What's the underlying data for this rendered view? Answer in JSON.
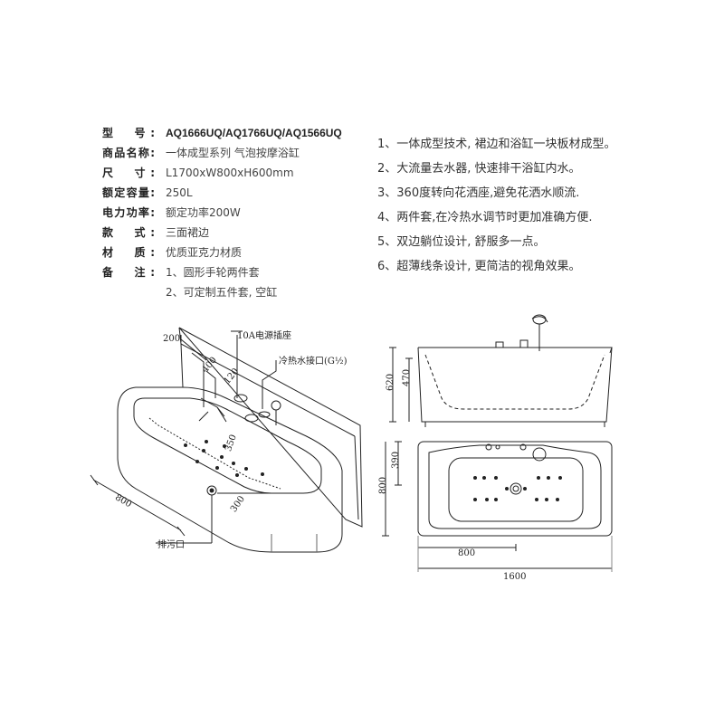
{
  "spec": {
    "rows": [
      {
        "label": "型　号:",
        "value": "AQ1666UQ/AQ1766UQ/AQ1566UQ"
      },
      {
        "label": "商品名称:",
        "value": "一体成型系列  气泡按摩浴缸"
      },
      {
        "label": "尺　寸:",
        "value": "L1700xW800xH600mm"
      },
      {
        "label": "额定容量:",
        "value": "250L"
      },
      {
        "label": "电力功率:",
        "value": "额定功率200W"
      },
      {
        "label": "款　式:",
        "value": "三面裙边"
      },
      {
        "label": "材　质:",
        "value": "优质亚克力材质"
      },
      {
        "label": "备　注:",
        "value": "1、圆形手轮两件套"
      },
      {
        "label": "",
        "value": "2、可定制五件套, 空缸"
      }
    ]
  },
  "features": [
    "1、一体成型技术, 裙边和浴缸一块板材成型。",
    "2、大流量去水器, 快速排干浴缸内水。",
    "3、360度转向花洒座,避免花洒水顺流.",
    "4、两件套,在冷热水调节时更加准确方便.",
    "5、双边躺位设计, 舒服多一点。",
    "6、超薄线条设计, 更简洁的视角效果。"
  ],
  "iso_diagram": {
    "dims": {
      "d200": "200",
      "d400": "400",
      "d120": "120",
      "d350": "350",
      "d300": "300",
      "d800": "800"
    },
    "callouts": {
      "power_socket": "10A电源插座",
      "water_inlet": "冷热水接口(G½)",
      "drain": "排污口"
    }
  },
  "side_view": {
    "dims": {
      "h620": "620",
      "h470": "470"
    }
  },
  "top_view": {
    "dims": {
      "w390": "390",
      "w800v": "800",
      "w800h": "800",
      "w1600": "1600"
    }
  }
}
